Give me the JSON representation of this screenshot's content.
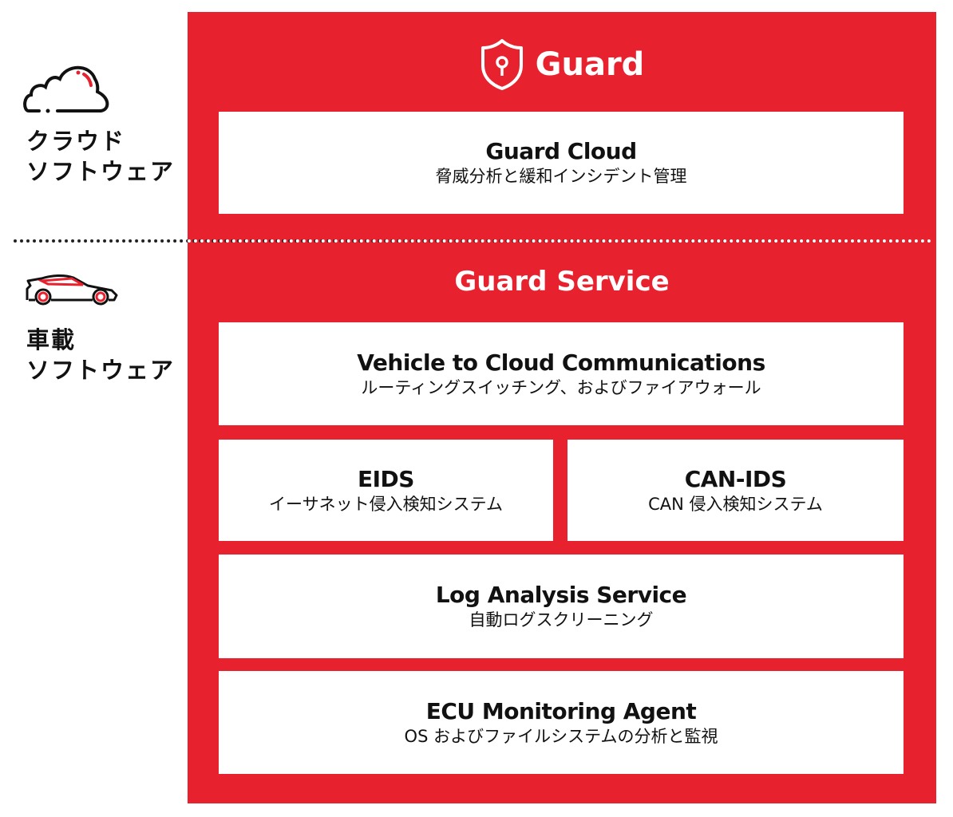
{
  "colors": {
    "accent": "#e8212e"
  },
  "side": {
    "cloud_label": [
      "クラウド",
      "ソフトウェア"
    ],
    "vehicle_label": [
      "車載",
      "ソフトウェア"
    ]
  },
  "guard": {
    "title": "Guard",
    "icon": "shield-keyhole-icon"
  },
  "guard_cloud": {
    "title": "Guard Cloud",
    "subtitle": "脅威分析と緩和インシデント管理"
  },
  "guard_service": {
    "title": "Guard Service"
  },
  "modules": {
    "v2c": {
      "title": "Vehicle to Cloud Communications",
      "subtitle": "ルーティングスイッチング、およびファイアウォール"
    },
    "eids": {
      "title": "EIDS",
      "subtitle": "イーサネット侵入検知システム"
    },
    "canids": {
      "title": "CAN-IDS",
      "subtitle": "CAN 侵入検知システム"
    },
    "log": {
      "title": "Log Analysis Service",
      "subtitle": "自動ログスクリーニング"
    },
    "ecu": {
      "title": "ECU Monitoring Agent",
      "subtitle": "OS およびファイルシステムの分析と監視"
    }
  }
}
